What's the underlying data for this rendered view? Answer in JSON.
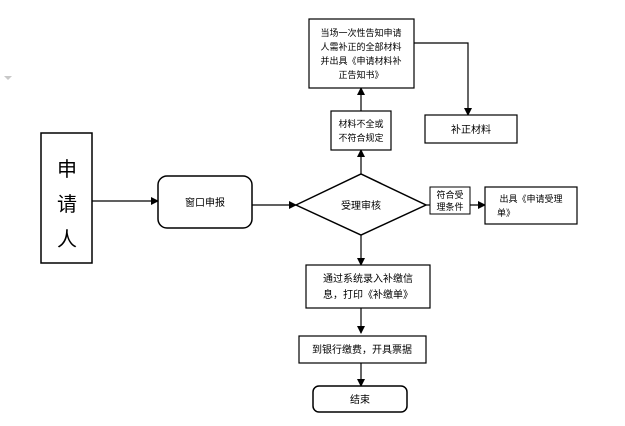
{
  "nodes": {
    "applicant": [
      "申",
      "请",
      "人"
    ],
    "window_submit": "窗口申报",
    "review": "受理审核",
    "notify": [
      "当场一次性告知申请",
      "人需补正的全部材料",
      "并出具《申请材料补",
      "正告知书》"
    ],
    "incomplete": [
      "材料不全或",
      "不符合规定"
    ],
    "supplement": "补正材料",
    "meets": [
      "符合受",
      "理条件"
    ],
    "receipt": [
      "出具《申请受理",
      "单》"
    ],
    "enter_system": [
      "通过系统录入补缴信",
      "息，打印《补缴单》"
    ],
    "bank_pay": "到银行缴费，开具票据",
    "end": "结束"
  }
}
